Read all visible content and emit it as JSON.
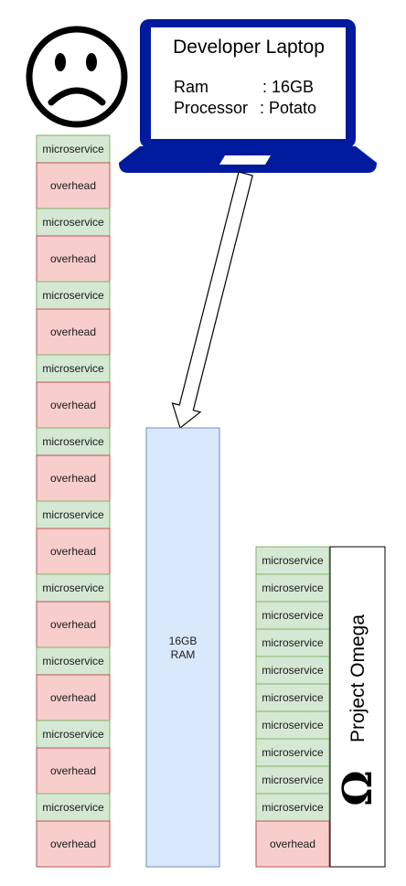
{
  "laptop": {
    "title": "Developer Laptop",
    "specs": [
      {
        "label": "Ram",
        "value": ": 16GB"
      },
      {
        "label": "Processor",
        "value": ": Potato"
      }
    ]
  },
  "ram_block": {
    "line1": "16GB",
    "line2": "RAM"
  },
  "left_stack": {
    "pattern": [
      "microservice",
      "overhead",
      "microservice",
      "overhead",
      "microservice",
      "overhead",
      "microservice",
      "overhead",
      "microservice",
      "overhead",
      "microservice",
      "overhead",
      "microservice",
      "overhead",
      "microservice",
      "overhead",
      "microservice",
      "overhead",
      "microservice",
      "overhead"
    ]
  },
  "right_stack": {
    "items": [
      "microservice",
      "microservice",
      "microservice",
      "microservice",
      "microservice",
      "microservice",
      "microservice",
      "microservice",
      "microservice",
      "microservice",
      "overhead"
    ],
    "project_label": "Project Omega",
    "logo_symbol": "Ω"
  },
  "colors": {
    "microservice_fill": "#d5e8d4",
    "microservice_stroke": "#82b366",
    "overhead_fill": "#f8cecc",
    "overhead_stroke": "#b85450",
    "ram_fill": "#dae8fc",
    "ram_stroke": "#6c8ebf",
    "laptop_blue": "#001a9e"
  },
  "icons": [
    "sad-face-icon",
    "laptop-icon",
    "arrow-icon",
    "omega-logo-icon"
  ]
}
